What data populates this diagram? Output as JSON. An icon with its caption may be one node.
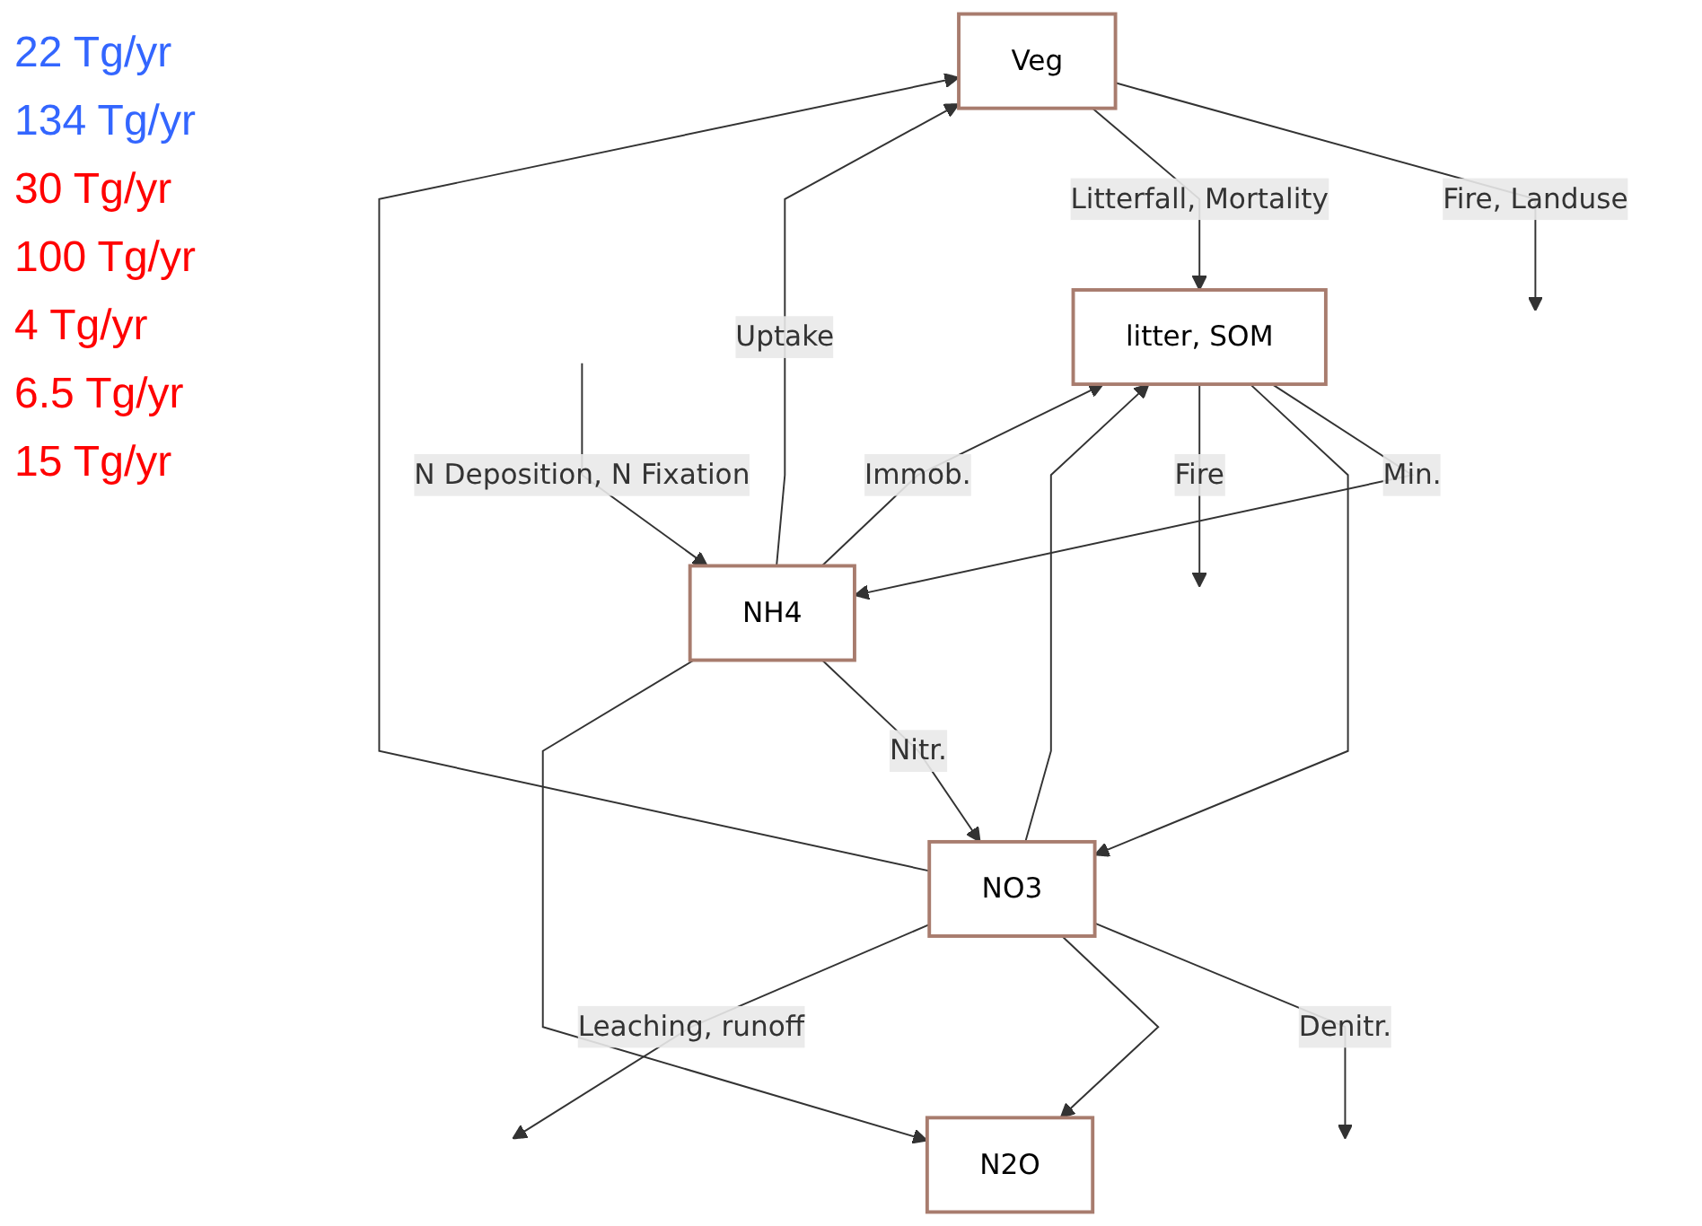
{
  "diagram": {
    "nodes": [
      {
        "text": [
          "Veg"
        ]
      },
      {
        "text": [
          "NH4"
        ]
      },
      {
        "text": [
          "NO3"
        ]
      },
      {
        "text": [
          "N2O"
        ]
      },
      {
        "text": [
          "litter, SOM"
        ]
      }
    ],
    "edges": [
      {
        "from": null,
        "to": 1,
        "arrow": "to",
        "label": "N Deposition, N Fixation"
      },
      {
        "from": 0,
        "to": null,
        "arrow": "to",
        "label": "Fire, Landuse"
      },
      {
        "from": 0,
        "to": 4,
        "arrow": "to",
        "label": "Litterfall, Mortality"
      },
      {
        "from": 1,
        "to": 0,
        "arrow": "to",
        "label": "Uptake"
      },
      {
        "from": 2,
        "to": 0,
        "arrow": "to"
      },
      {
        "from": 1,
        "to": 2,
        "arrow": "to",
        "label": "Nitr."
      },
      {
        "from": 2,
        "to": null,
        "arrow": "to",
        "label": "Denitr."
      },
      {
        "from": 2,
        "to": 3,
        "arrow": "to"
      },
      {
        "from": 1,
        "to": 3,
        "arrow": "to"
      },
      {
        "from": 2,
        "to": null,
        "arrow": "to",
        "label": "Leaching, runoff"
      },
      {
        "from": 4,
        "to": 1,
        "arrow": "to",
        "label": "Min."
      },
      {
        "from": 4,
        "to": 2,
        "arrow": "to"
      },
      {
        "from": 1,
        "to": 4,
        "arrow": "to",
        "label": "Immob."
      },
      {
        "from": 2,
        "to": 4,
        "arrow": "to"
      },
      {
        "from": 4,
        "to": null,
        "arrow": "to",
        "label": "Fire"
      }
    ],
    "labels": [
      "22 Tg/yr",
      "134 Tg/yr",
      "30 Tg/yr",
      "100 Tg/yr",
      "4 Tg/yr",
      "6.5 Tg/yr",
      "15 Tg/yr"
    ]
  }
}
